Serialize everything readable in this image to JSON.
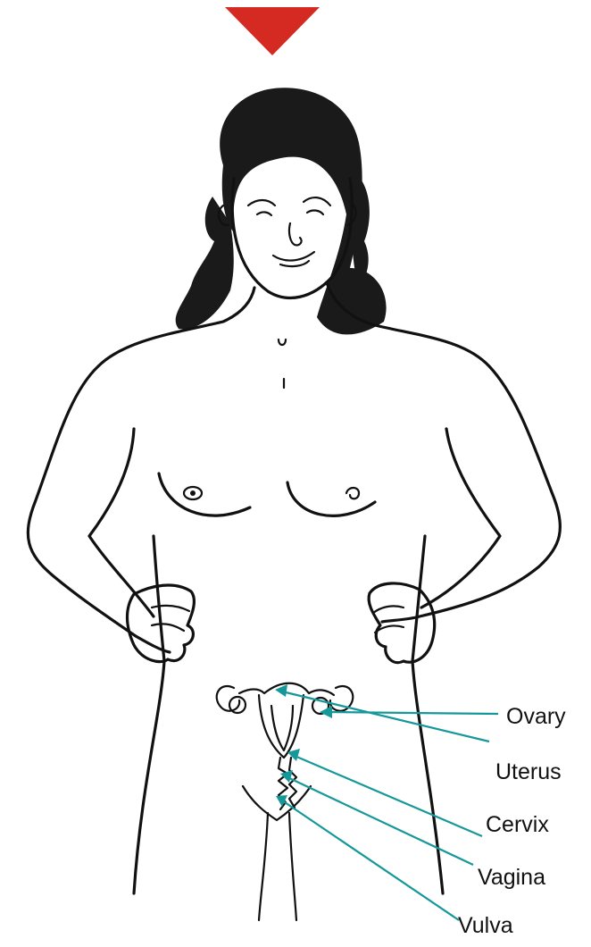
{
  "colors": {
    "marker": "#d42a22",
    "leader": "#16989a",
    "ink": "#111111"
  },
  "labels": {
    "ovary": "Ovary",
    "uterus": "Uterus",
    "cervix": "Cervix",
    "vagina": "Vagina",
    "vulva": "Vulva"
  }
}
